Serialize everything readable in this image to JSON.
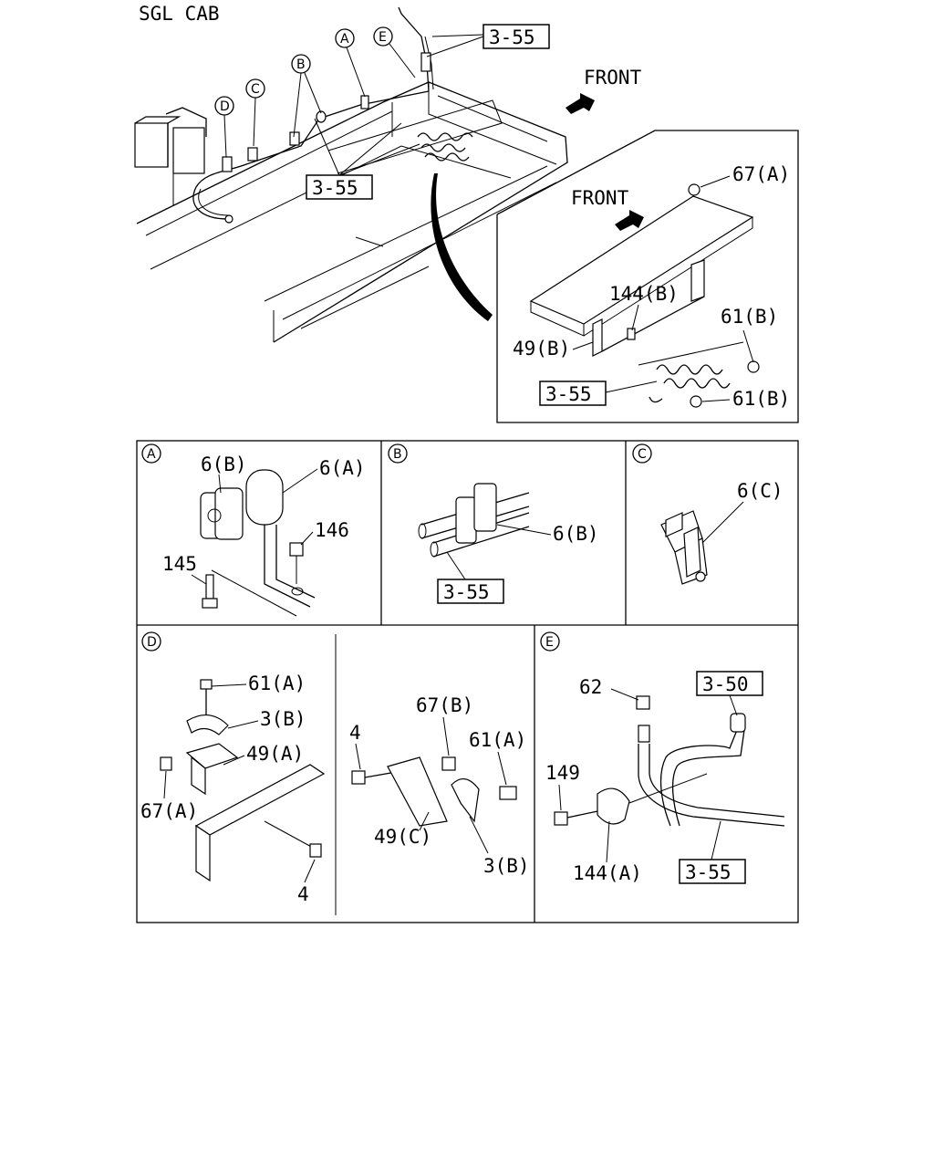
{
  "header": {
    "title": "SGL CAB"
  },
  "main_view": {
    "front": "FRONT",
    "ref_top": "3-55",
    "ref_mid": "3-55",
    "callouts": {
      "a": "A",
      "b": "B",
      "c": "C",
      "d": "D",
      "e": "E"
    }
  },
  "inset": {
    "front": "FRONT",
    "p67a": "67(A)",
    "p144b": "144(B)",
    "p61b_1": "61(B)",
    "p49b": "49(B)",
    "ref": "3-55",
    "p61b_2": "61(B)"
  },
  "detail_a": {
    "tag": "A",
    "p6b": "6(B)",
    "p6a": "6(A)",
    "p146": "146",
    "p145": "145"
  },
  "detail_b": {
    "tag": "B",
    "p6b": "6(B)",
    "ref": "3-55"
  },
  "detail_c": {
    "tag": "C",
    "p6c": "6(C)"
  },
  "detail_d": {
    "tag": "D",
    "p61a": "61(A)",
    "p3b": "3(B)",
    "p49a": "49(A)",
    "p67a": "67(A)",
    "p4": "4",
    "p67b": "67(B)",
    "p4_2": "4",
    "p61a_2": "61(A)",
    "p49c": "49(C)",
    "p3b_2": "3(B)"
  },
  "detail_e": {
    "tag": "E",
    "p62": "62",
    "ref_350": "3-50",
    "p149": "149",
    "p144a": "144(A)",
    "ref_355": "3-55"
  }
}
